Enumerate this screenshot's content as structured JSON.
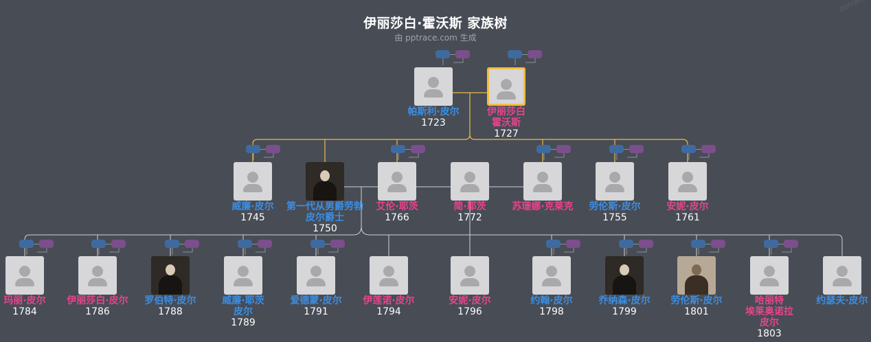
{
  "title": "伊丽莎白·霍沃斯 家族树",
  "subtitle": "由 pptrace.com 生成",
  "watermark": "pptrace",
  "colors": {
    "background": "#474c55",
    "male": "#3d8ee3",
    "female": "#e8448c",
    "highlight": "#f2bd42",
    "line": "#d0d2d6"
  },
  "people": [
    {
      "name": "帕斯利·皮尔",
      "year": "1723",
      "gender": "m",
      "avatar": "placeholder"
    },
    {
      "name": "伊丽莎白 霍沃斯",
      "year": "1727",
      "gender": "f",
      "avatar": "placeholder",
      "highlight": true
    },
    {
      "name": "威廉·皮尔",
      "year": "1745",
      "gender": "m",
      "avatar": "placeholder"
    },
    {
      "name": "第一代从男爵劳勃 皮尔爵士",
      "year": "1750",
      "gender": "m",
      "avatar": "portrait"
    },
    {
      "name": "艾伦·耶茨",
      "year": "1766",
      "gender": "f",
      "avatar": "placeholder"
    },
    {
      "name": "简·耶茨",
      "year": "1772",
      "gender": "f",
      "avatar": "placeholder"
    },
    {
      "name": "苏珊娜·克莱克",
      "year": "",
      "gender": "f",
      "avatar": "placeholder"
    },
    {
      "name": "劳伦斯·皮尔",
      "year": "1755",
      "gender": "m",
      "avatar": "placeholder"
    },
    {
      "name": "安妮·皮尔",
      "year": "1761",
      "gender": "f",
      "avatar": "placeholder"
    },
    {
      "name": "玛丽·皮尔",
      "year": "1784",
      "gender": "f",
      "avatar": "placeholder"
    },
    {
      "name": "伊丽莎白·皮尔",
      "year": "1786",
      "gender": "f",
      "avatar": "placeholder"
    },
    {
      "name": "罗伯特·皮尔",
      "year": "1788",
      "gender": "m",
      "avatar": "portrait"
    },
    {
      "name": "威廉·耶茨 皮尔",
      "year": "1789",
      "gender": "m",
      "avatar": "placeholder"
    },
    {
      "name": "爱德蒙·皮尔",
      "year": "1791",
      "gender": "m",
      "avatar": "placeholder"
    },
    {
      "name": "伊莲诺·皮尔",
      "year": "1794",
      "gender": "f",
      "avatar": "placeholder"
    },
    {
      "name": "安妮·皮尔",
      "year": "1796",
      "gender": "f",
      "avatar": "placeholder"
    },
    {
      "name": "约翰·皮尔",
      "year": "1798",
      "gender": "m",
      "avatar": "placeholder"
    },
    {
      "name": "乔纳森·皮尔",
      "year": "1799",
      "gender": "m",
      "avatar": "portrait"
    },
    {
      "name": "劳伦斯·皮尔",
      "year": "1801",
      "gender": "m",
      "avatar": "portrait-light"
    },
    {
      "name": "哈丽特 埃莱奥诺拉 皮尔",
      "year": "1803",
      "gender": "f",
      "avatar": "placeholder"
    },
    {
      "name": "约瑟夫·皮尔",
      "year": "",
      "gender": "m",
      "avatar": "placeholder"
    }
  ]
}
